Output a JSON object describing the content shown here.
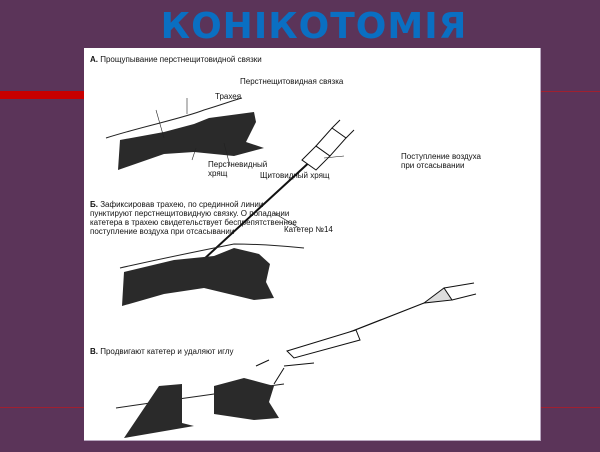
{
  "slide": {
    "title": "КОНІКОТОМІЯ",
    "colors": {
      "background": "#5b3459",
      "title": "#0a6fc2",
      "accent": "#c80000"
    }
  },
  "figure": {
    "panel_a": {
      "letter": "А.",
      "caption": "Прощупывание перстнещитовидной связки",
      "labels": {
        "ligament": "Перстнещитовидная связка",
        "trachea": "Трахея",
        "cricoid": "Перстневидный\nхрящ",
        "thyroid": "Щитовидный хрящ",
        "air": "Поступление воздуха\nпри отсасывании"
      }
    },
    "panel_b": {
      "letter": "Б.",
      "caption": "Зафиксировав трахею, по срединной линии\nпунктируют перстнещитовидную связку. О попадании\nкатетера в трахею свидетельствует беспрепятственное\nпоступление воздуха при отсасывании",
      "labels": {
        "catheter": "Катетер №14"
      }
    },
    "panel_c": {
      "letter": "В.",
      "caption": "Продвигают катетер и удаляют иглу"
    }
  }
}
